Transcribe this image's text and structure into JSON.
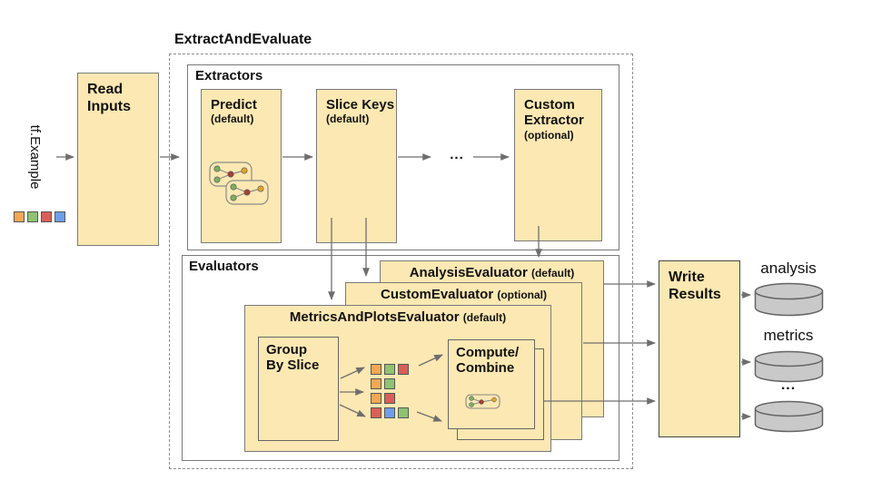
{
  "title": "ExtractAndEvaluate",
  "input": {
    "label": "tf.Example",
    "legend_rows": [
      [
        "orange",
        "green",
        "red",
        "blue"
      ]
    ]
  },
  "read_inputs": {
    "name": "Read Inputs"
  },
  "extractors": {
    "label": "Extractors",
    "predict": {
      "name": "Predict",
      "qualifier": "(default)"
    },
    "slice_keys": {
      "name": "Slice Keys",
      "qualifier": "(default)"
    },
    "ellipsis": "...",
    "custom": {
      "name": "Custom Extractor",
      "qualifier": "(optional)"
    }
  },
  "evaluators": {
    "label": "Evaluators",
    "analysis": {
      "name": "AnalysisEvaluator",
      "qualifier": "(default)"
    },
    "custom": {
      "name": "CustomEvaluator",
      "qualifier": "(optional)"
    },
    "metrics_plots": {
      "name": "MetricsAndPlotsEvaluator",
      "qualifier": "(default)"
    },
    "group_by_slice": {
      "line1": "Group",
      "line2": "By Slice"
    },
    "compute_combine": {
      "line1": "Compute/",
      "line2": "Combine"
    },
    "slice_rows": [
      [
        "orange",
        "green",
        "red"
      ],
      [
        "orange",
        "green"
      ],
      [
        "orange",
        "red"
      ],
      [
        "red",
        "blue",
        "green"
      ]
    ]
  },
  "write_results": {
    "name": "Write Results"
  },
  "outputs": [
    {
      "label": "analysis"
    },
    {
      "label": "metrics"
    },
    {
      "label": "..."
    }
  ],
  "colors": {
    "box_fill": "#FCE8B2",
    "box_border": "#7a7a7a",
    "strong_border": "#454545",
    "arrow": "#6e6e6e",
    "cylinder_fill": "#C9C9C9",
    "cylinder_stroke": "#646464",
    "orange": "#F2A854",
    "green": "#8FC271",
    "red": "#D95F57",
    "blue": "#6D9EEB",
    "icon_green": "#7BAE5F",
    "icon_red": "#A8402F",
    "icon_yellow": "#DFA528"
  }
}
